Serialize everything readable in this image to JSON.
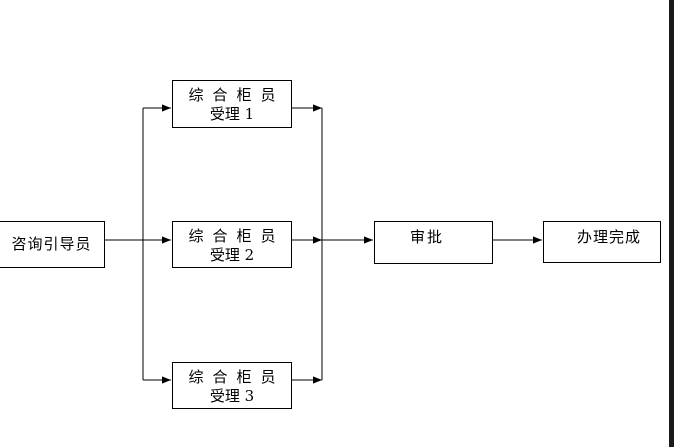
{
  "nodes": {
    "consult": {
      "label": "咨询引导员"
    },
    "counter1": {
      "line1": "综合柜员",
      "line2": "受理 1"
    },
    "counter2": {
      "line1": "综合柜员",
      "line2": "受理 2"
    },
    "counter3": {
      "line1": "综合柜员",
      "line2": "受理 3"
    },
    "approve": {
      "label": "审批"
    },
    "done": {
      "label": "办理完成"
    }
  },
  "colors": {
    "line": "#000000",
    "background": "#ffffff",
    "edge_bar": "#1a1a1a"
  }
}
